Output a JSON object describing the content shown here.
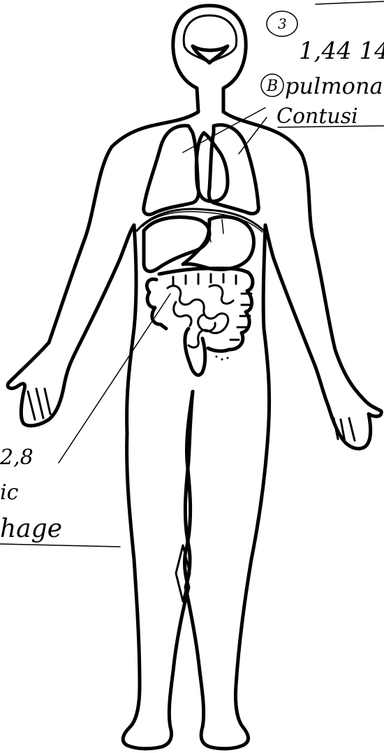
{
  "annotations": {
    "circled_number_top": "3",
    "right_code": "1,44 14",
    "right_circled_letter": "B",
    "right_line1": "pulmona",
    "right_line2": "Contusi",
    "left_code": "2,8",
    "left_line1": "ic",
    "left_line2": "hage"
  }
}
